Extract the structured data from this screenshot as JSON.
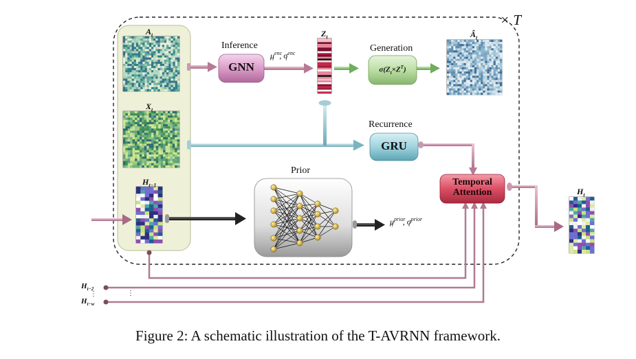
{
  "figure": {
    "repeat_label": "× T",
    "caption": "Figure 2: A schematic illustration of the T-AVRNN framework."
  },
  "inputs": {
    "adjacency": "A",
    "features": "X",
    "hidden_prev": "H",
    "hidden_prev_sub": "t−1",
    "time_sub": "t"
  },
  "nodes": {
    "gnn": {
      "caption": "Inference",
      "label": "GNN"
    },
    "latent": {
      "label": "Z",
      "sub": "t"
    },
    "generation": {
      "caption": "Generation",
      "label": "σ(Z",
      "label_mid": "×Z",
      "label_sup": "T",
      "label_end": ")"
    },
    "reconstructed": {
      "label": "Â",
      "sub": "t"
    },
    "gru": {
      "caption": "Recurrence",
      "label": "GRU"
    },
    "prior": {
      "caption": "Prior"
    },
    "temporal_attention": {
      "label_line1": "Temporal",
      "label_line2": "Attention"
    },
    "output": {
      "label": "H",
      "sub": "t"
    }
  },
  "params": {
    "enc_mu": "μ",
    "enc_sigma": "σ",
    "enc_sup": "enc",
    "enc_sub": "t",
    "prior_mu": "μ",
    "prior_sigma": "σ",
    "prior_sup": "prior",
    "prior_sub": "t"
  },
  "history": {
    "h2": "H",
    "h2_sub": "t−2",
    "hw": "H",
    "hw_sub": "t−w",
    "dots": "⋮"
  },
  "colors": {
    "pink_arrow": "#c98aa3",
    "cyan_arrow": "#9ccfd8",
    "green_arrow": "#8fca7e",
    "dark_arrow": "#2b2b2b",
    "gnn_fill": "#e4a9d2",
    "gru_fill": "#a9d9e4",
    "gen_fill": "#bfe0a8",
    "attn_fill": "#e0576b",
    "panel_fill": "#eef0d8",
    "history_line": "#b07a90"
  }
}
